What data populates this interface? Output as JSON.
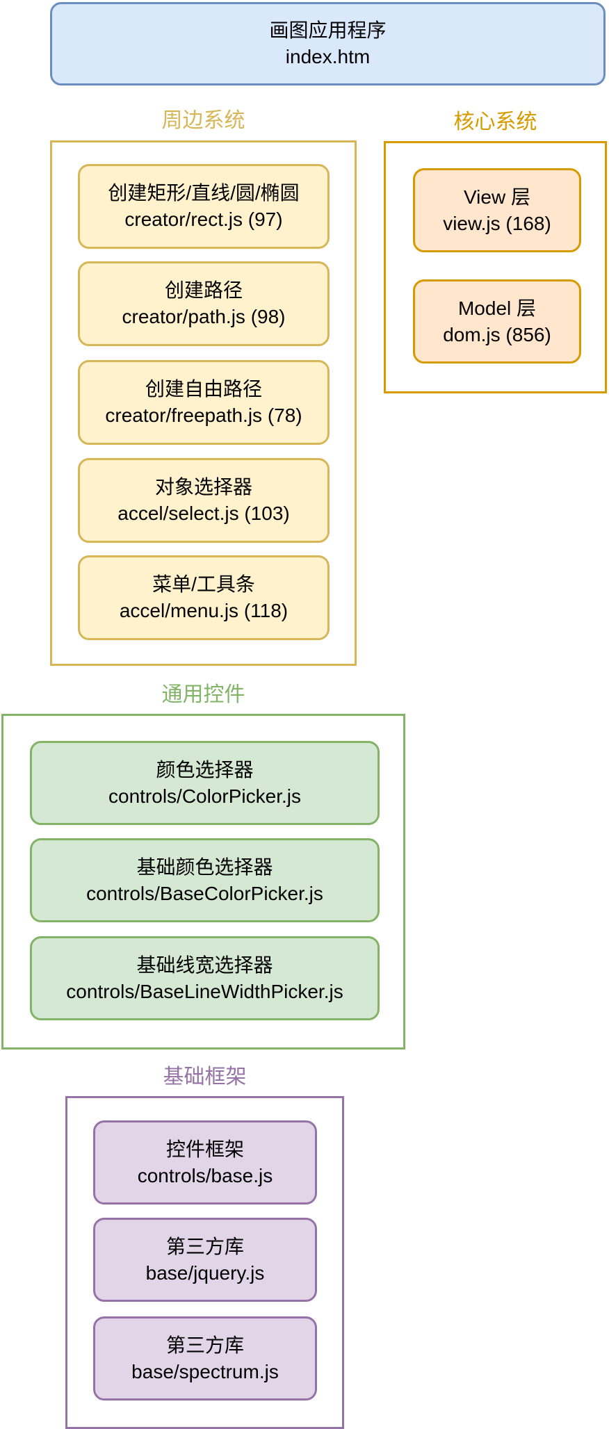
{
  "app": {
    "title": "画图应用程序",
    "file": "index.htm"
  },
  "groups": {
    "peripheral": {
      "title": "周边系统",
      "items": [
        {
          "title": "创建矩形/直线/圆/椭圆",
          "file": "creator/rect.js (97)"
        },
        {
          "title": "创建路径",
          "file": "creator/path.js (98)"
        },
        {
          "title": "创建自由路径",
          "file": "creator/freepath.js (78)"
        },
        {
          "title": "对象选择器",
          "file": "accel/select.js (103)"
        },
        {
          "title": "菜单/工具条",
          "file": "accel/menu.js (118)"
        }
      ]
    },
    "core": {
      "title": "核心系统",
      "items": [
        {
          "title": "View 层",
          "file": "view.js (168)"
        },
        {
          "title": "Model 层",
          "file": "dom.js (856)"
        }
      ]
    },
    "controls": {
      "title": "通用控件",
      "items": [
        {
          "title": "颜色选择器",
          "file": "controls/ColorPicker.js"
        },
        {
          "title": "基础颜色选择器",
          "file": "controls/BaseColorPicker.js"
        },
        {
          "title": "基础线宽选择器",
          "file": "controls/BaseLineWidthPicker.js"
        }
      ]
    },
    "framework": {
      "title": "基础框架",
      "items": [
        {
          "title": "控件框架",
          "file": "controls/base.js"
        },
        {
          "title": "第三方库",
          "file": "base/jquery.js"
        },
        {
          "title": "第三方库",
          "file": "base/spectrum.js"
        }
      ]
    }
  },
  "colors": {
    "peripheral_title": "#d6b656",
    "core_title": "#d79b00",
    "controls_title": "#82b366",
    "framework_title": "#9673a6"
  }
}
